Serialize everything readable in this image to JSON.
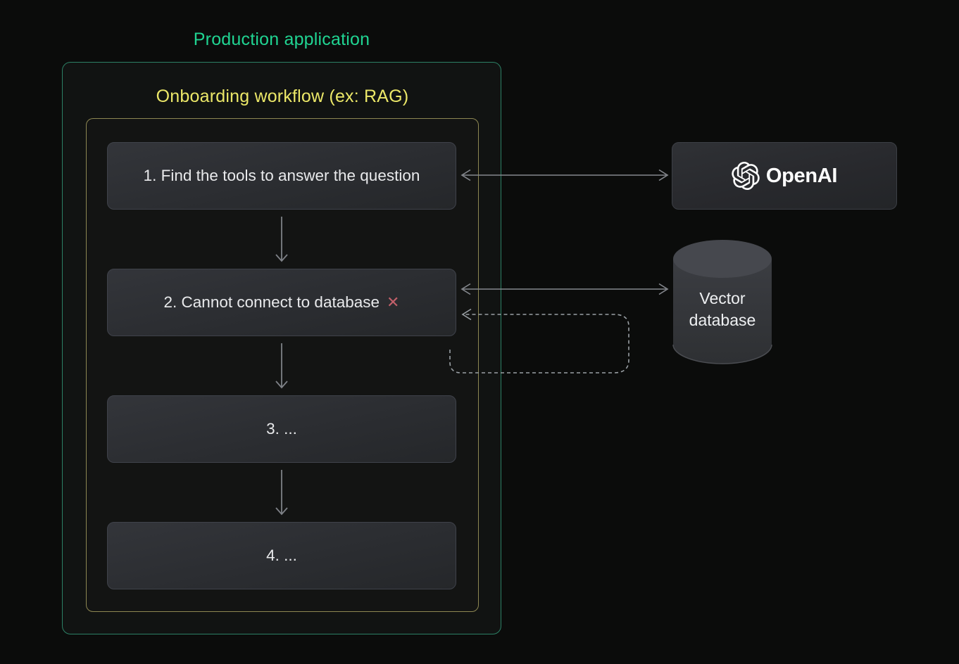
{
  "production_app": {
    "title": "Production application",
    "title_color": "#20d492",
    "border_color": "#2c8065"
  },
  "workflow": {
    "title": "Onboarding workflow (ex: RAG)",
    "title_color": "#ebe768",
    "border_color": "#8d8752",
    "steps": [
      {
        "label": "1. Find the tools to answer the question"
      },
      {
        "label": "2. Cannot connect to database",
        "status_icon": "✕",
        "status_color": "#c2606a"
      },
      {
        "label": "3. ..."
      },
      {
        "label": "4. ..."
      }
    ]
  },
  "external": {
    "openai": {
      "label": "OpenAI",
      "icon": "openai-flower-icon"
    },
    "vector_database": {
      "line1": "Vector",
      "line2": "database",
      "icon": "database-cylinder-icon"
    }
  },
  "connections": {
    "step1_openai": "bidirectional-arrow",
    "step2_vectordb": "bidirectional-arrow",
    "retry_loop": "dashed-return-arrow"
  },
  "colors": {
    "background": "#0b0c0b",
    "arrow": "#85888e",
    "dashed_arrow": "#9aa0a5",
    "node_text": "#e9eaec"
  }
}
